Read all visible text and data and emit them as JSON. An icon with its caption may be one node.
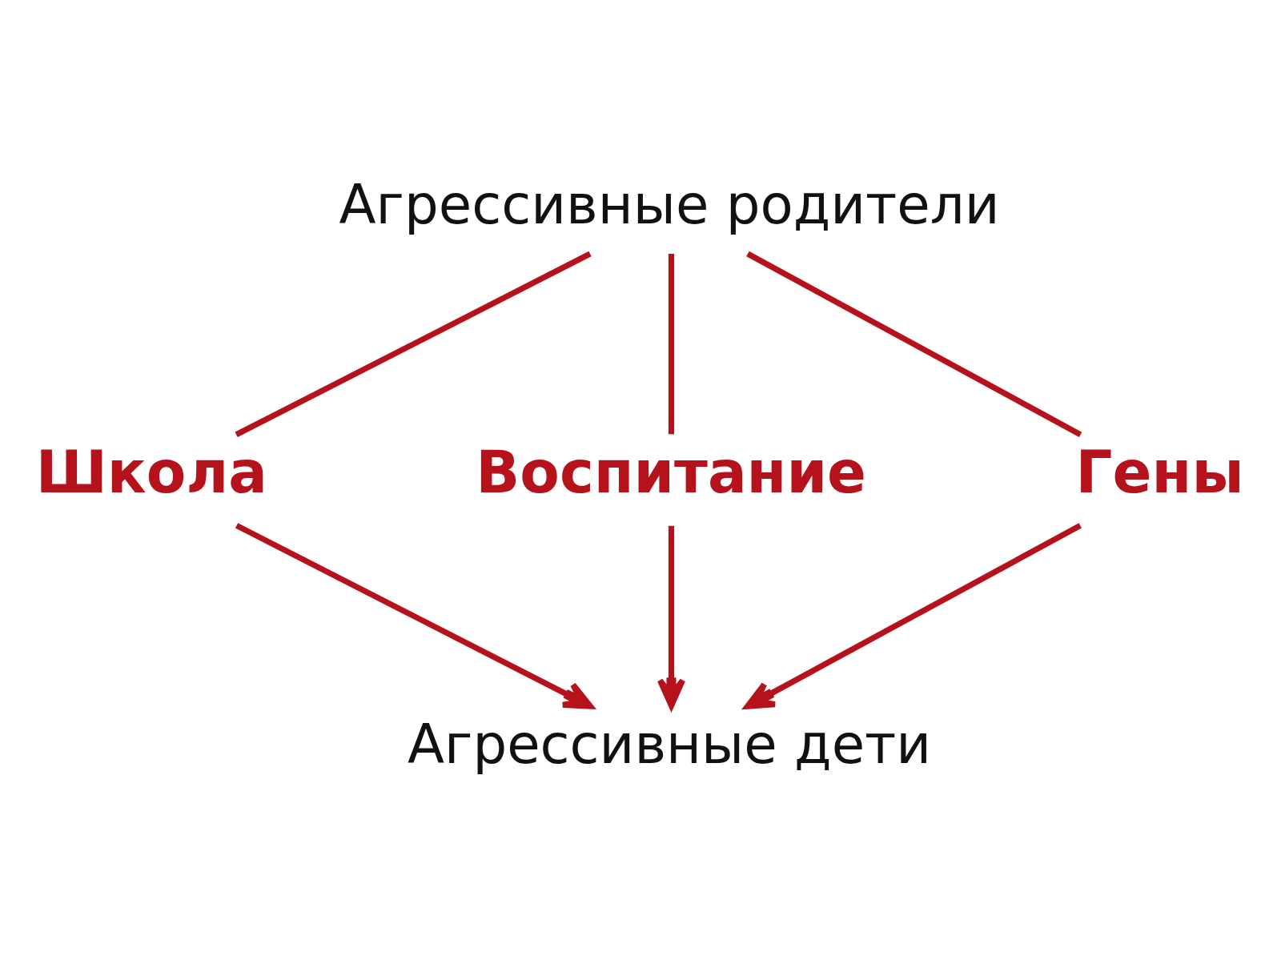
{
  "diagram": {
    "nodes": [
      {
        "text": [
          "Агрессивные родители"
        ]
      },
      {
        "text": [
          "Школа"
        ]
      },
      {
        "text": [
          "Воспитание"
        ]
      },
      {
        "text": [
          "Гены"
        ]
      },
      {
        "text": [
          "Агрессивные дети"
        ]
      }
    ],
    "edges": [
      {
        "from": 0,
        "to": 1,
        "arrow": "none"
      },
      {
        "from": 0,
        "to": 2,
        "arrow": "none"
      },
      {
        "from": 0,
        "to": 3,
        "arrow": "none"
      },
      {
        "from": 1,
        "to": 4,
        "arrow": "to"
      },
      {
        "from": 2,
        "to": 4,
        "arrow": "to"
      },
      {
        "from": 3,
        "to": 4,
        "arrow": "to"
      }
    ]
  }
}
